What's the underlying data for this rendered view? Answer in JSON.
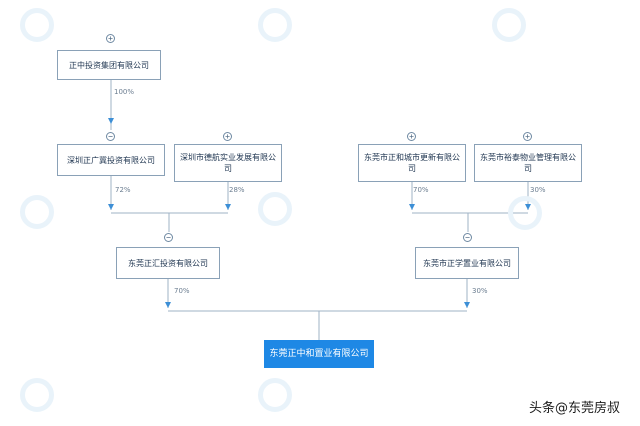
{
  "nodes": {
    "zhengzhong": "正中投资集团有限公司",
    "shenzhen_guangji": "深圳正广冀投资有限公司",
    "shenzhen_zhihang": "深圳市德航实业发展有限公司",
    "dg_zhenghe": "东莞市正和城市更新有限公司",
    "dg_yutai": "东莞市裕泰物业管理有限公司",
    "dg_zhenghui": "东莞正汇投资有限公司",
    "dg_zhengxue": "东莞市正学置业有限公司",
    "target": "东莞正中和置业有限公司"
  },
  "edges": {
    "zhengzhong_to_guangji": "100%",
    "guangji_to_zhenghui": "72%",
    "zhihang_to_zhenghui": "28%",
    "zhenghe_to_zhengxue": "70%",
    "yutai_to_zhengxue": "30%",
    "zhenghui_to_target": "70%",
    "zhengxue_to_target": "30%"
  },
  "toggles": {
    "expand": "+",
    "collapse": "−"
  },
  "footer": "头条@东莞房叔",
  "colors": {
    "line": "#9fb3c6",
    "arrow": "#3d8fd6",
    "root_fill": "#1e88e5",
    "box_border": "#8aa1b7"
  }
}
